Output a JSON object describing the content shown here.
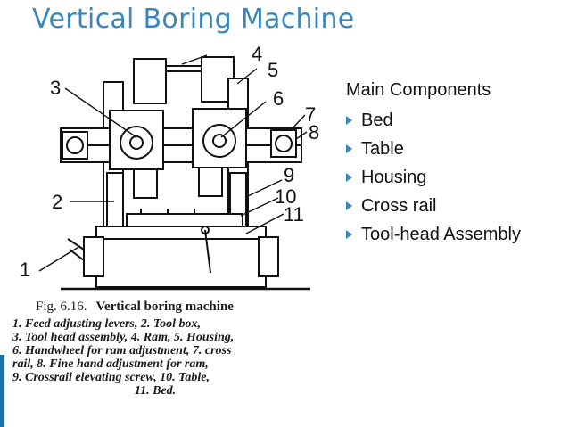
{
  "slide": {
    "title": "Vertical Boring Machine"
  },
  "figure": {
    "callouts": [
      "1",
      "2",
      "3",
      "4",
      "5",
      "6",
      "7",
      "8",
      "9",
      "10",
      "11"
    ],
    "caption": {
      "number": "Fig. 6.16.",
      "title": "Vertical boring machine",
      "legend_lines": [
        "1. Feed adjusting levers,   2. Tool box,",
        "3. Tool head assembly, 4. Ram, 5. Housing,",
        "6. Handwheel for ram adjustment, 7. cross",
        "rail,  8. Fine hand adjustment for ram,",
        "9. Crossrail elevating screw,   10. Table,"
      ],
      "legend_last": "11. Bed."
    }
  },
  "components": {
    "heading": "Main Components",
    "items": [
      "Bed",
      "Table",
      "Housing",
      "Cross rail",
      "Tool-head Assembly"
    ]
  },
  "colors": {
    "title": "#3a86b8",
    "bullet": "#3a86b8",
    "accent_bar": "#1f6fa3"
  }
}
